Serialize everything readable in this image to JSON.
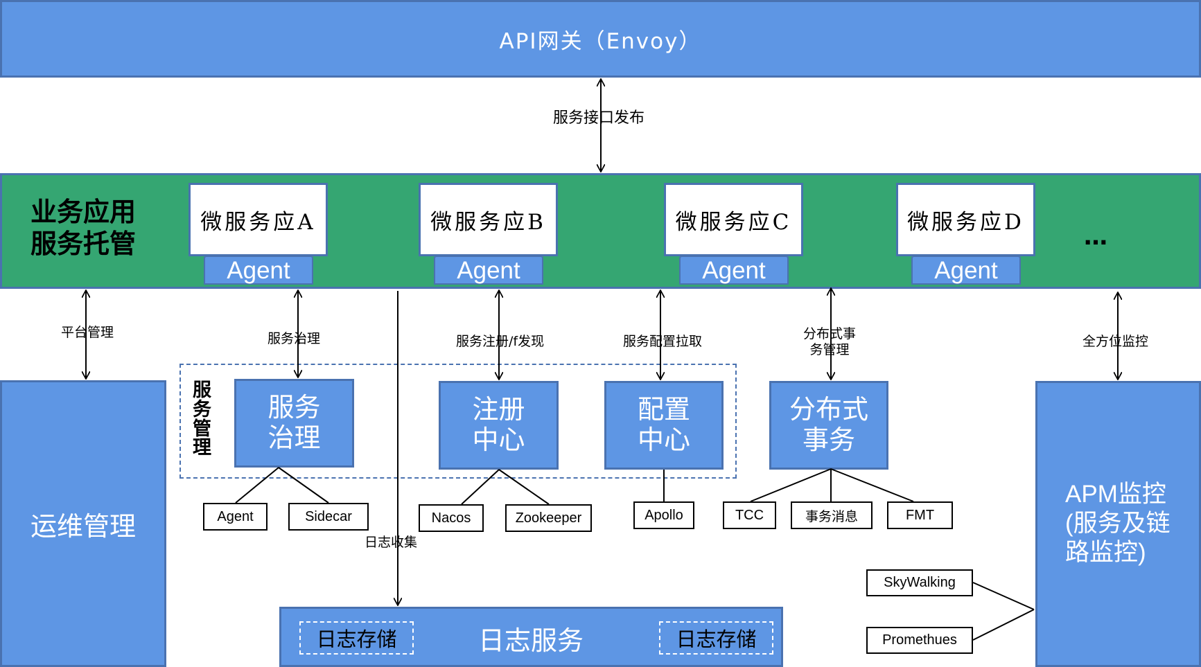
{
  "gateway": {
    "title": "API网关（Envoy）"
  },
  "links": {
    "publish": "服务接口发布",
    "platform_mgmt": "平台管理",
    "service_governance": "服务治理",
    "registry_discovery": "服务注册/f发现",
    "config_pull": "服务配置拉取",
    "dist_tx_mgmt_line1": "分布式事",
    "dist_tx_mgmt_line2": "务管理",
    "full_monitoring": "全方位监控",
    "log_collect": "日志收集"
  },
  "business": {
    "title_line1": "业务应用",
    "title_line2": "服务托管",
    "services": [
      {
        "name": "微服务应A",
        "agent": "Agent"
      },
      {
        "name": "微服务应B",
        "agent": "Agent"
      },
      {
        "name": "微服务应C",
        "agent": "Agent"
      },
      {
        "name": "微服务应D",
        "agent": "Agent"
      }
    ],
    "ellipsis": "…"
  },
  "ops": {
    "title": "运维管理"
  },
  "service_mgmt": {
    "group_label": "服务管理",
    "governance": {
      "line1": "服务",
      "line2": "治理",
      "children": [
        "Agent",
        "Sidecar"
      ]
    },
    "registry": {
      "line1": "注册",
      "line2": "中心",
      "children": [
        "Nacos",
        "Zookeeper"
      ]
    },
    "config": {
      "line1": "配置",
      "line2": "中心",
      "children": [
        "Apollo"
      ]
    }
  },
  "dist_tx": {
    "line1": "分布式",
    "line2": "事务",
    "children": [
      "TCC",
      "事务消息",
      "FMT"
    ]
  },
  "apm": {
    "line1": "APM监控",
    "line2": "(服务及链",
    "line3": "路监控)",
    "tools": [
      "SkyWalking",
      "Promethues"
    ]
  },
  "log_service": {
    "title": "日志服务",
    "storage_left": "日志存储",
    "storage_right": "日志存储"
  },
  "colors": {
    "blue": "#5e96e4",
    "green": "#35a672",
    "border": "#4a72b0"
  }
}
